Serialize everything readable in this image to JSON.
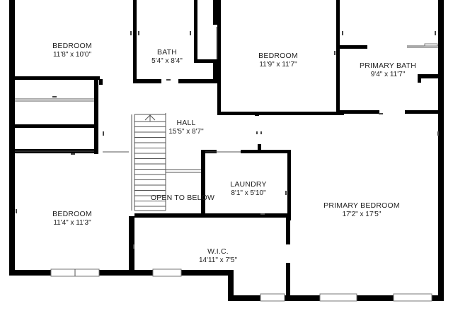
{
  "rooms": {
    "bedroom_nw": {
      "name": "BEDROOM",
      "dims": "11'8\" x 10'0\""
    },
    "bath": {
      "name": "BATH",
      "dims": "5'4\" x 8'4\""
    },
    "bedroom_n": {
      "name": "BEDROOM",
      "dims": "11'9\" x 11'7\""
    },
    "primary_bath": {
      "name": "PRIMARY BATH",
      "dims": "9'4\" x 11'7\""
    },
    "hall": {
      "name": "HALL",
      "dims": "15'5\" x 8'7\""
    },
    "laundry": {
      "name": "LAUNDRY",
      "dims": "8'1\" x 5'10\""
    },
    "open_to_below": {
      "name": "OPEN TO BELOW"
    },
    "bedroom_sw": {
      "name": "BEDROOM",
      "dims": "11'4\" x 11'3\""
    },
    "primary_bedroom": {
      "name": "PRIMARY BEDROOM",
      "dims": "17'2\" x 17'5\""
    },
    "wic": {
      "name": "W.I.C.",
      "dims": "14'11\" x 7'5\""
    }
  },
  "colors": {
    "wall": "#000000",
    "background": "#ffffff",
    "text": "#222222"
  }
}
